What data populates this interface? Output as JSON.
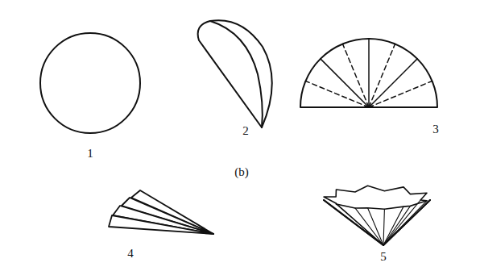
{
  "diagram": {
    "labels": [
      "1",
      "2",
      "(b)",
      "3",
      "4",
      "5"
    ]
  }
}
